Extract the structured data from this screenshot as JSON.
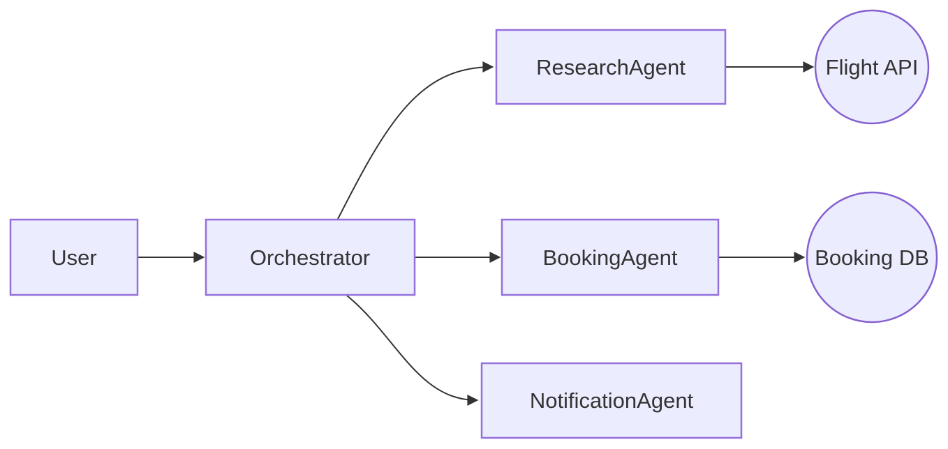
{
  "diagram": {
    "type": "flowchart",
    "direction": "left-to-right",
    "style": {
      "background": "#FFFFFF",
      "node_fill": "#ECECFF",
      "node_stroke": "#9370DB",
      "circle_stroke": "#8561D0",
      "edge_color": "#333333",
      "text_color": "#333333"
    },
    "nodes": [
      {
        "id": "User",
        "label": "User",
        "shape": "rectangle"
      },
      {
        "id": "Orchestrator",
        "label": "Orchestrator",
        "shape": "rectangle"
      },
      {
        "id": "ResearchAgent",
        "label": "ResearchAgent",
        "shape": "rectangle"
      },
      {
        "id": "BookingAgent",
        "label": "BookingAgent",
        "shape": "rectangle"
      },
      {
        "id": "NotificationAgent",
        "label": "NotificationAgent",
        "shape": "rectangle"
      },
      {
        "id": "FlightAPI",
        "label": "Flight API",
        "shape": "circle"
      },
      {
        "id": "BookingDB",
        "label": "Booking DB",
        "shape": "circle"
      }
    ],
    "edges": [
      {
        "from": "User",
        "to": "Orchestrator",
        "arrow": "filled-triangle"
      },
      {
        "from": "Orchestrator",
        "to": "ResearchAgent",
        "arrow": "filled-triangle"
      },
      {
        "from": "Orchestrator",
        "to": "BookingAgent",
        "arrow": "filled-triangle"
      },
      {
        "from": "Orchestrator",
        "to": "NotificationAgent",
        "arrow": "filled-triangle"
      },
      {
        "from": "ResearchAgent",
        "to": "FlightAPI",
        "arrow": "filled-triangle"
      },
      {
        "from": "BookingAgent",
        "to": "BookingDB",
        "arrow": "filled-triangle"
      }
    ]
  }
}
